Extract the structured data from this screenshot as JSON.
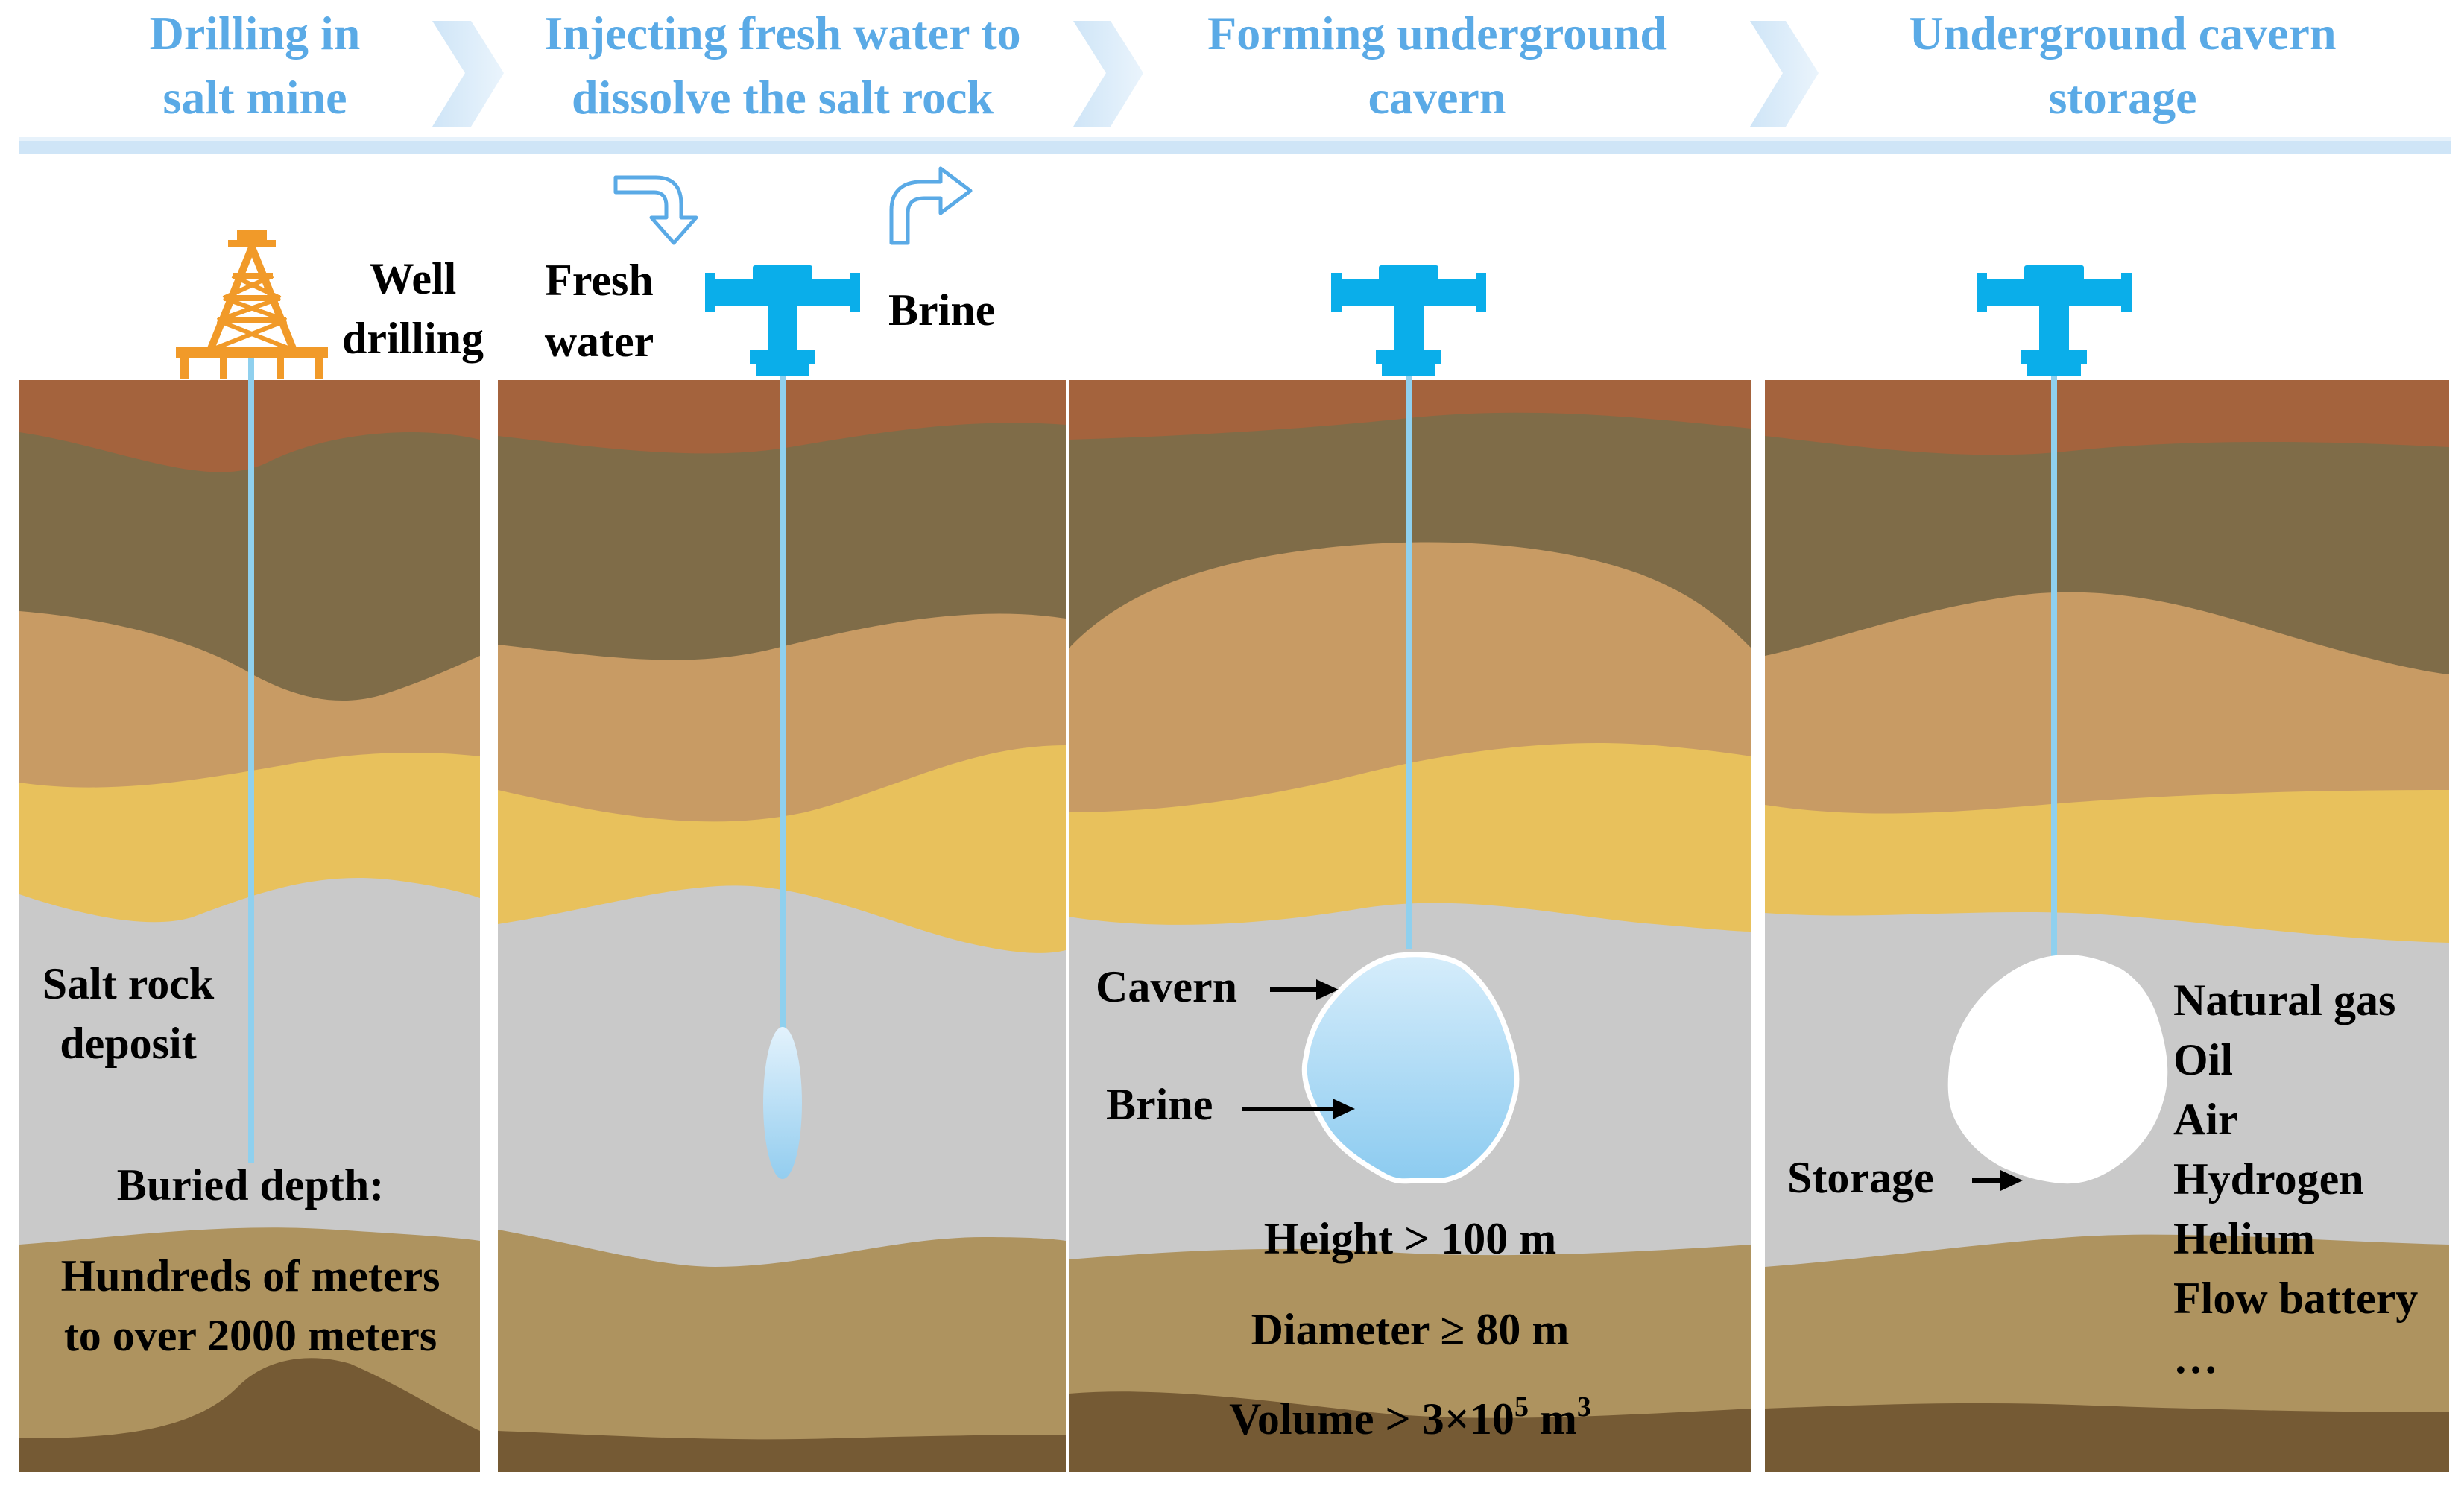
{
  "header": {
    "steps": [
      {
        "line1": "Drilling in",
        "line2": "salt mine"
      },
      {
        "line1": "Injecting fresh water to",
        "line2": "dissolve the salt rock"
      },
      {
        "line1": "Forming underground",
        "line2": "cavern"
      },
      {
        "line1": "Underground cavern",
        "line2": "storage"
      }
    ]
  },
  "panel1": {
    "well_line1": "Well",
    "well_line2": "drilling",
    "salt_line1": "Salt rock",
    "salt_line2": "deposit",
    "depth_title": "Buried depth:",
    "depth_line1": "Hundreds of meters",
    "depth_line2": "to over 2000 meters",
    "icons": [
      "drilling-rig-icon"
    ]
  },
  "panel2": {
    "fresh_line1": "Fresh",
    "fresh_line2": "water",
    "brine": "Brine",
    "icons": [
      "curved-arrow-down-icon",
      "curved-arrow-up-icon",
      "wellhead-valve-icon"
    ]
  },
  "panel3": {
    "cavern": "Cavern",
    "brine": "Brine",
    "height": "Height > 100 m",
    "diameter": "Diameter ≥  80 m",
    "volume_prefix": "Volume > 3×10",
    "volume_exp": "5",
    "volume_unit": " m",
    "volume_unit_exp": "3"
  },
  "panel4": {
    "storage": "Storage",
    "items": [
      "Natural gas",
      "Oil",
      "Air",
      "Hydrogen",
      "Helium",
      "Flow battery",
      "…"
    ]
  },
  "colors": {
    "header_text": "#5aaae6",
    "header_band": "#d6e9f8",
    "layer_top": "#a4633d",
    "layer_dark_olive": "#7f6c48",
    "layer_tan": "#c89b64",
    "layer_yellow": "#e8c15c",
    "salt_rock": "#c9c9c9",
    "layer_brown": "#ae935f",
    "layer_deep": "#755a34",
    "valve_blue": "#0aaeea",
    "rig_orange": "#f19a29",
    "well_pipe": "#8fd0ee"
  }
}
